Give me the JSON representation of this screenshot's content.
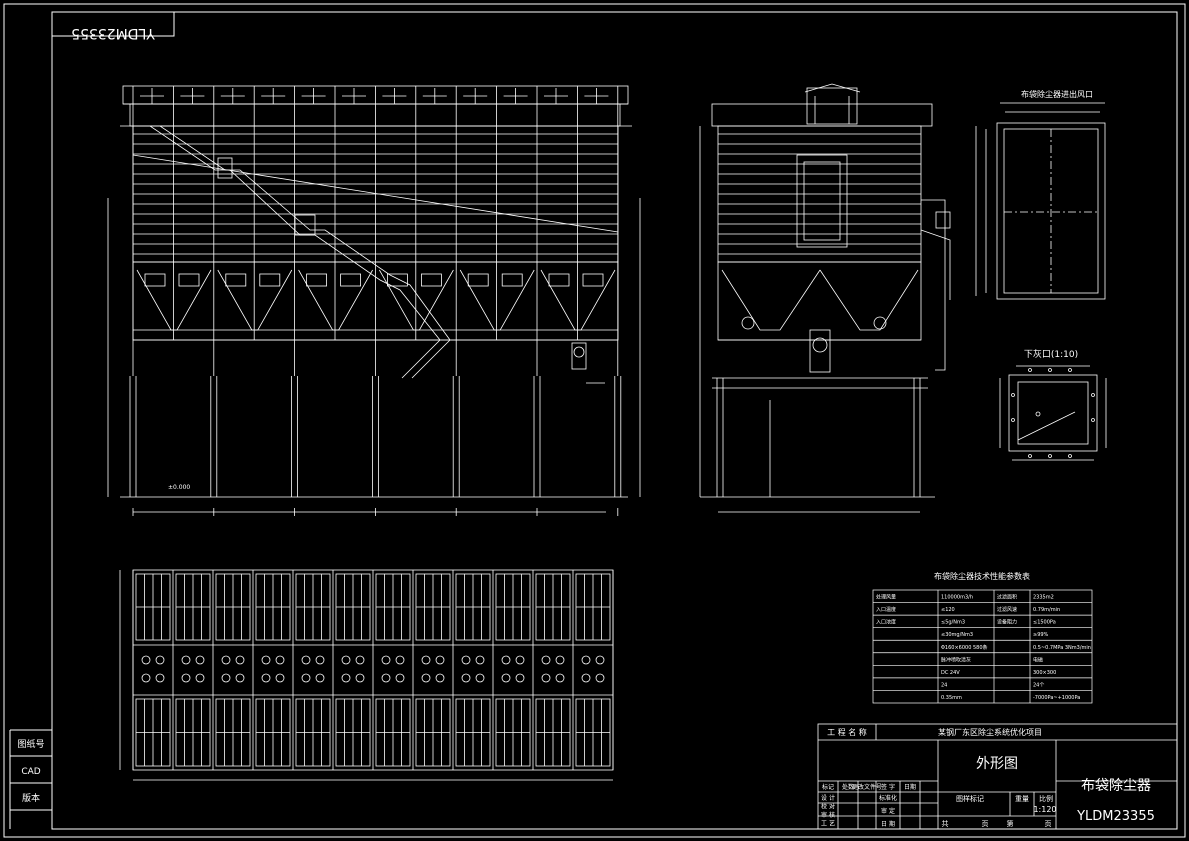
{
  "drawing_no_rotated": "YLDM23355",
  "left_margin": {
    "item1": "图纸号",
    "item2": "CAD",
    "item3": "版本"
  },
  "views": {
    "detail_top_title": "布袋除尘器进出风口",
    "detail_bottom_title": "下灰口(1:10)",
    "params_table_title": "布袋除尘器技术性能参数表"
  },
  "params_table": {
    "rows": [
      [
        "处理风量",
        "110000m3/h",
        "过滤面积",
        "2335m2"
      ],
      [
        "入口温度",
        "≤120",
        "过滤风速",
        "0.79m/min"
      ],
      [
        "入口浓度",
        "≤5g/Nm3",
        "设备阻力",
        "≤1500Pa"
      ],
      [
        "",
        "≤30mg/Nm3",
        "",
        "≥99%"
      ],
      [
        "",
        "Φ160×6000 580条",
        "",
        "0.5~0.7MPa 3Nm3/min"
      ],
      [
        "",
        "脉冲喷吹清灰",
        "",
        "电磁"
      ],
      [
        "",
        "DC 24V",
        "",
        "300×300"
      ],
      [
        "",
        "24",
        "",
        "24个"
      ],
      [
        "",
        "0.35mm",
        "",
        "-7000Pa~+1000Pa"
      ]
    ]
  },
  "title_block": {
    "project_label": "工 程 名 称",
    "project_name": "某钢厂东区除尘系统优化项目",
    "drawing_name": "外形图",
    "equipment_name": "布袋除尘器",
    "drawing_number": "YLDM23355",
    "scale_value": "1:120",
    "row_labels": [
      "设 计",
      "校 对",
      "审 核",
      "工 艺"
    ],
    "col_labels": [
      "标准化",
      "审 定",
      "日 期"
    ],
    "mark_labels": [
      "图样标记",
      "重量",
      "比例"
    ],
    "sheet_labels": [
      "共",
      "页",
      "第",
      "页"
    ],
    "revision_header": [
      "标记",
      "处数",
      "更改文件号",
      "签 字",
      "日期"
    ]
  }
}
